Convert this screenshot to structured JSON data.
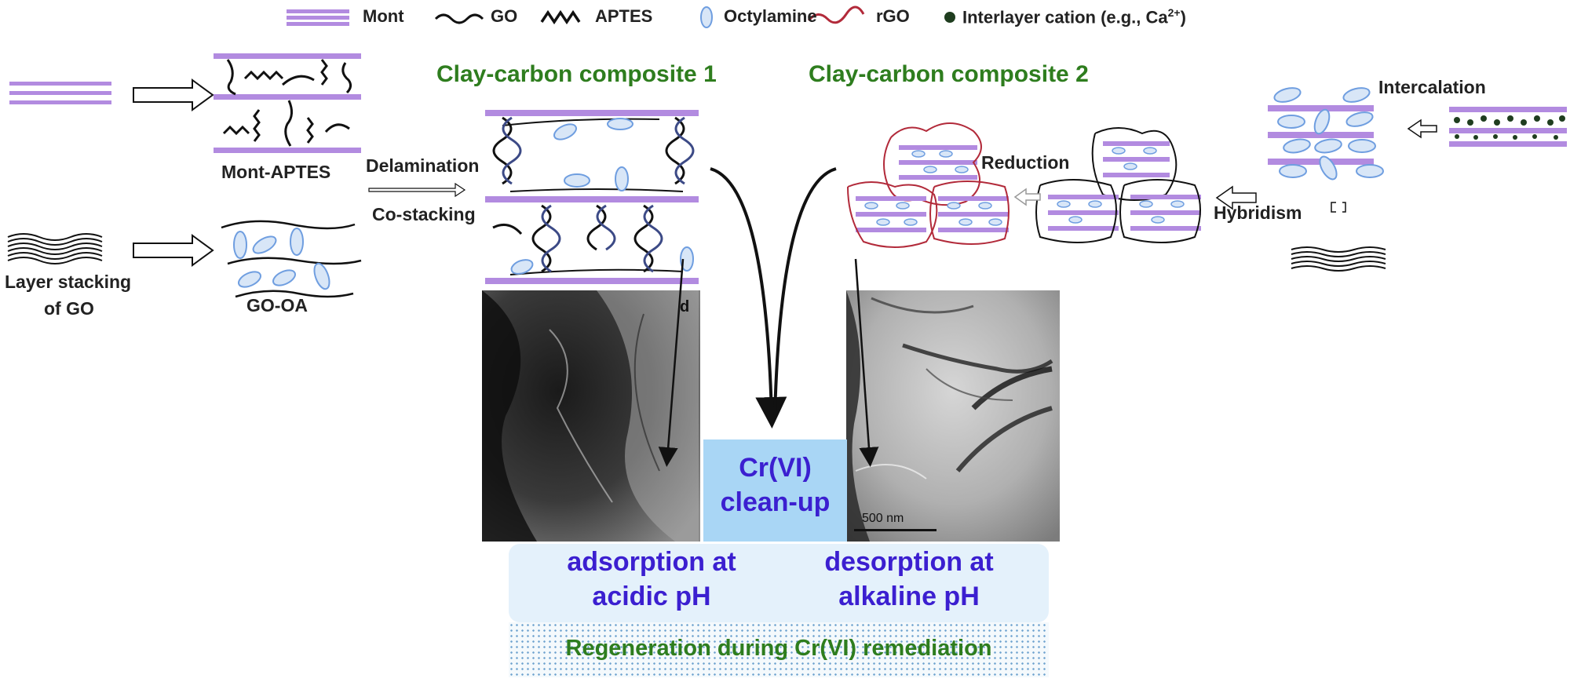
{
  "legend": {
    "mont": "Mont",
    "go": "GO",
    "aptes": "APTES",
    "octylamine": "Octylamine",
    "rgo": "rGO",
    "cation": "Interlayer cation (e.g., Ca",
    "cation_sup": "2+",
    "cation_close": ")"
  },
  "left": {
    "mont_aptes": "Mont-APTES",
    "layer_stacking_1": "Layer stacking",
    "layer_stacking_2": "of GO",
    "go_oa": "GO-OA"
  },
  "process": {
    "delamination": "Delamination",
    "co_stacking": "Co-stacking",
    "reduction": "Reduction",
    "hybridism": "Hybridism",
    "intercalation": "Intercalation"
  },
  "composites": {
    "c1": "Clay-carbon composite 1",
    "c2": "Clay-carbon composite 2"
  },
  "tem": {
    "panel_letter": "d",
    "scale_bar": "500 nm"
  },
  "center": {
    "line1": "Cr(VI)",
    "line2": "clean-up"
  },
  "bottom": {
    "ads_1": "adsorption at",
    "ads_2": "acidic pH",
    "des_1": "desorption at",
    "des_2": "alkaline pH",
    "regeneration": "Regeneration during Cr(VI) remediation"
  },
  "colors": {
    "mont": "#b28be0",
    "rgo": "#b22a3a",
    "octylamine": "#6f9ee0",
    "title_green": "#2e7d1e",
    "text_blue": "#3b1fd0",
    "center_box": "#a9d6f5"
  }
}
